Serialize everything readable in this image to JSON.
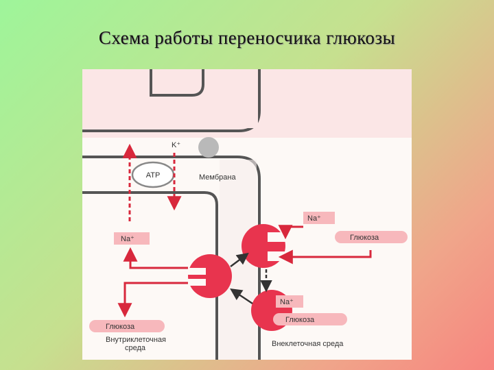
{
  "title": "Схема работы переносчика глюкозы",
  "diagram": {
    "k_ion": "K⁺",
    "atp": "ATP",
    "membrane": "Мембрана",
    "na_out": "Na⁺",
    "na_in": "Na⁺",
    "na_bound": "Na⁺",
    "glucose_out": "Глюкоза",
    "glucose_in": "Глюкоза",
    "glucose_bound": "Глюкоза",
    "intracellular_line1": "Внутриклеточная",
    "intracellular_line2": "среда",
    "extracellular": "Внеклеточная среда"
  },
  "colors": {
    "protein": "#e8344e",
    "label_box": "#f7b8bc",
    "arrow": "#d8283c"
  }
}
